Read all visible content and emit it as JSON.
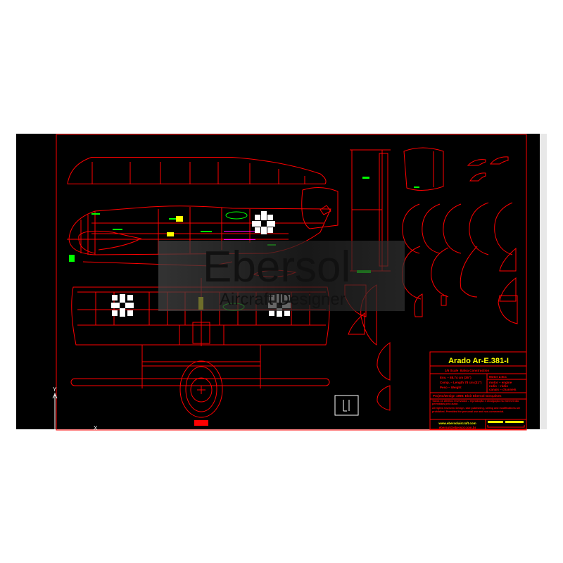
{
  "drawing": {
    "title": "Arado Ar-E.381-I",
    "scale_line": "1/6 Scale",
    "construction": "Balsa Construction",
    "specs": [
      "Env. – 88.74 cm (35\")",
      "Comp. – Length 78 cm (31\")",
      "Peso – Weight"
    ],
    "engine": [
      "Motor 2.5cc"
    ],
    "notes_right": [
      "motor – engine",
      "radio – rádio",
      "canais – channels"
    ],
    "project": "Projeto/Design 1998: Eloir Ebersol Gonçalves",
    "rights_pt": "Todos os direitos reservados – reprodução e divulgação na internet não permitidas pelo autor.",
    "rights_en": "All rights reserved. Design, sale publishing, selling and modifications are prohibited. Permitted for personal use and non-commercial.",
    "website": "www.ebersolaircraft.com",
    "email": "ebersol@ebersol.com.br"
  },
  "watermark": {
    "brand": "Ebersol",
    "subtitle": "Aircraft Designer"
  },
  "ucs": {
    "y_label": "Y",
    "x_label": "X"
  },
  "colors": {
    "background": "#000000",
    "lines": "#ff0000",
    "dimensions": "#00ff00",
    "title": "#ffff00",
    "markings": "#ffffff"
  }
}
